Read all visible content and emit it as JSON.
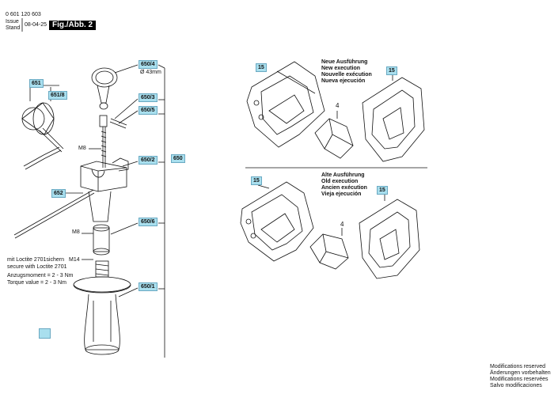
{
  "header": {
    "part_number": "0 601 120 603",
    "issue_label": "Issue",
    "stand_label": "Stand",
    "date": "08-04-25",
    "fig_label": "Fig./Abb. 2"
  },
  "callouts": {
    "c650_4": "650/4",
    "diameter": "Ø 43mm",
    "c651": "651",
    "c651_8": "651/8",
    "c650_3": "650/3",
    "c650_5": "650/5",
    "m8_top": "M8",
    "c650_2": "650/2",
    "c650": "650",
    "c652": "652",
    "c650_6": "650/6",
    "m8_mid": "M8",
    "m14": "M14",
    "c650_1": "650/1",
    "loctite_de": "mit Loctite 2701sichern",
    "loctite_en": "secure with Loctite 2701",
    "torque_de": "Anzugsmoment = 2 - 3 Nm",
    "torque_en": "Torque value =    2 - 3 Nm"
  },
  "new_version": {
    "tag_left": "15",
    "tag_right": "15",
    "tag_part": "4",
    "lines": [
      "Neue Ausführung",
      "New execution",
      "Nouvelle exécution",
      "Nueva ejecución"
    ]
  },
  "old_version": {
    "tag_left": "15",
    "tag_right": "15",
    "tag_part": "4",
    "lines": [
      "Alte Ausführung",
      "Old execution",
      "Ancien exécution",
      "Vieja ejecución"
    ]
  },
  "footer": {
    "lines": [
      "Modifications reserved",
      "Änderungen vorbehalten",
      "Modifications reservées",
      "Salvo modificaciones"
    ]
  }
}
